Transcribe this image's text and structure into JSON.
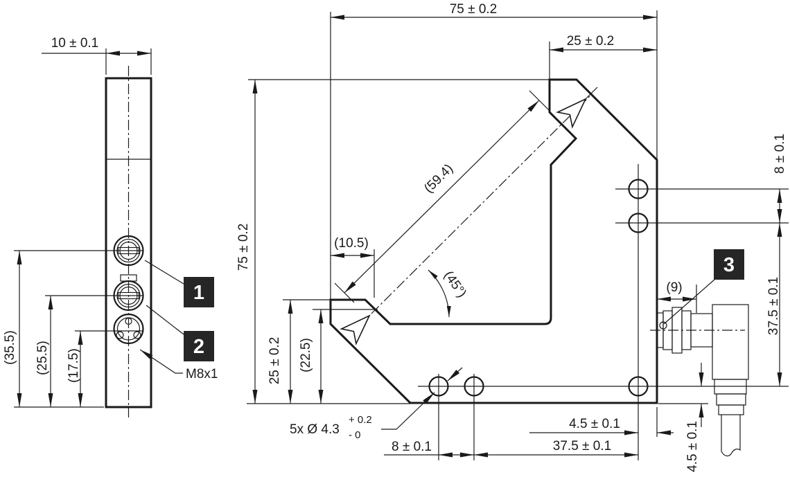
{
  "drawing": {
    "type": "technical-dimension-drawing",
    "colors": {
      "line": "#1a1a1a",
      "background": "#ffffff",
      "callout_bg": "#262626",
      "callout_fg": "#ffffff"
    },
    "side_view": {
      "width_dim": "10 ± 0.1",
      "height_dims": {
        "pot1": "(35.5)",
        "pot2": "(25.5)",
        "connector": "(17.5)"
      },
      "thread_label": "M8x1",
      "callout_1": "1",
      "callout_2": "2"
    },
    "main_view": {
      "top_width_dim": "75 ± 0.2",
      "top_offset_dim": "25 ± 0.2",
      "left_height_dim": "75 ± 0.2",
      "left_offset_dim": "25 ± 0.2",
      "left_aux_dim": "(22.5)",
      "slot_length_dim": "(59.4)",
      "slot_offset_dim": "(10.5)",
      "beam_angle_dim": "(45°)",
      "holes_label": "5x Ø 4.3",
      "holes_tol_plus": "+ 0.2",
      "holes_tol_minus": "- 0",
      "bottom_hole_pitch_dim": "8 ± 0.1",
      "bottom_span_dim": "37.5 ± 0.1",
      "bottom_edge_dim": "4.5 ± 0.1",
      "right_edge_dim": "4.5 ± 0.1",
      "right_hole_pitch_dim": "8 ± 0.1",
      "right_span_dim": "37.5 ± 0.1",
      "connector_protrusion_dim": "(9)",
      "callout_3": "3"
    }
  }
}
